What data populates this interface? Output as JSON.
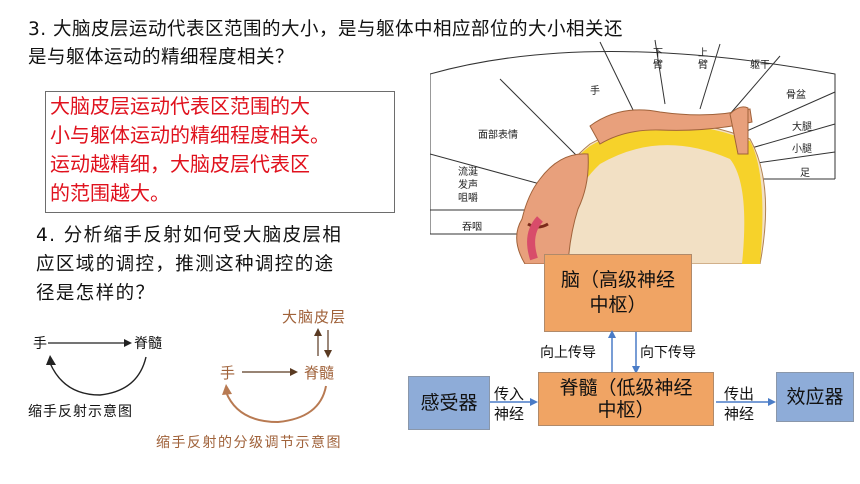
{
  "question3": {
    "line1": "3. 大脑皮层运动代表区范围的大小，是与躯体中相应部位的大小相关还",
    "line2": "是与躯体运动的精细程度相关？"
  },
  "answer3": {
    "line1": "大脑皮层运动代表区范围的大",
    "line2": "小与躯体运动的精细程度相关。",
    "line3": "运动越精细，大脑皮层代表区",
    "line4": "的范围越大。"
  },
  "question4": {
    "line1": "4. 分析缩手反射如何受大脑皮层相",
    "line2": "应区域的调控，推测这种调控的途",
    "line3": "径是怎样的？"
  },
  "brain_figure": {
    "labels": {
      "hand": "手",
      "lower_arm": "下\n臂",
      "upper_arm": "上\n臂",
      "trunk": "躯干",
      "pelvis": "骨盆",
      "thigh": "大腿",
      "calf": "小腿",
      "foot": "足",
      "face": "面部表情",
      "speech": "流涎\n发声\n咀嚼",
      "swallow": "吞咽"
    }
  },
  "reflex_simple": {
    "hand": "手",
    "spinal": "脊髓",
    "caption": "缩手反射示意图"
  },
  "reflex_graded": {
    "cortex": "大脑皮层",
    "hand": "手",
    "spinal": "脊髓",
    "caption": "缩手反射的分级调节示意图"
  },
  "flow": {
    "brain": "脑（高级神经中枢）",
    "spinal": "脊髓（低级神经中枢）",
    "receptor": "感受器",
    "effector": "效应器",
    "afferent": "传入\n神经",
    "efferent": "传出\n神经",
    "up": "向上传导",
    "down": "向下传导"
  },
  "colors": {
    "answer_red": "#e0111d",
    "orange_box": "#f0a464",
    "blue_box": "#8eacd8",
    "arrow_blue": "#4a7cc7",
    "cortex_yellow": "#f6d22a",
    "skin": "#e8a07c",
    "brown": "#a0623a"
  }
}
